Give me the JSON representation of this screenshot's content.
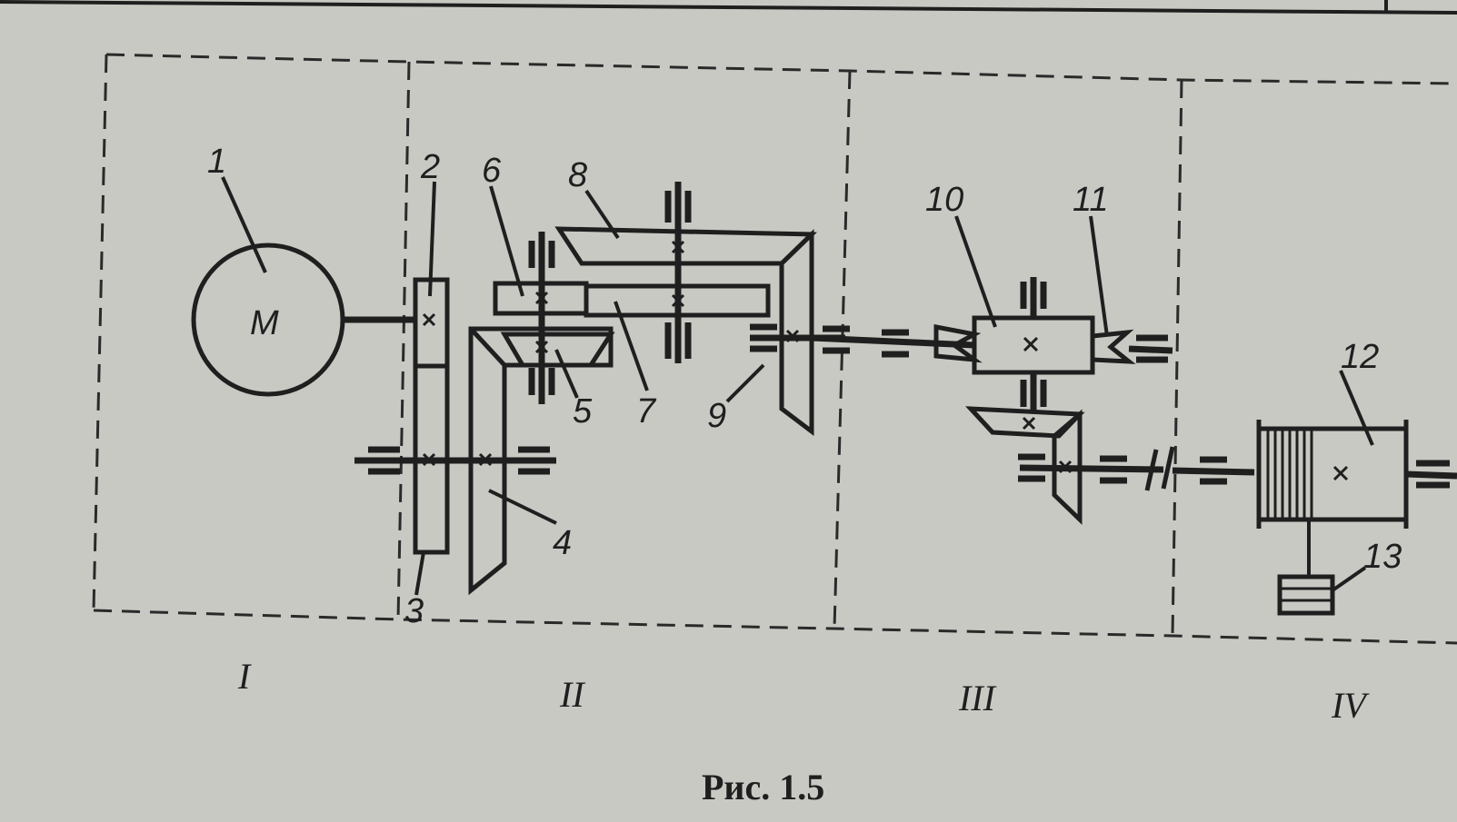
{
  "diagram": {
    "motor_symbol": "M",
    "part_labels": [
      "1",
      "2",
      "3",
      "4",
      "5",
      "6",
      "7",
      "8",
      "9",
      "10",
      "11",
      "12",
      "13"
    ],
    "zone_labels": [
      "I",
      "II",
      "III",
      "IV"
    ],
    "caption": "Рис. 1.5"
  }
}
